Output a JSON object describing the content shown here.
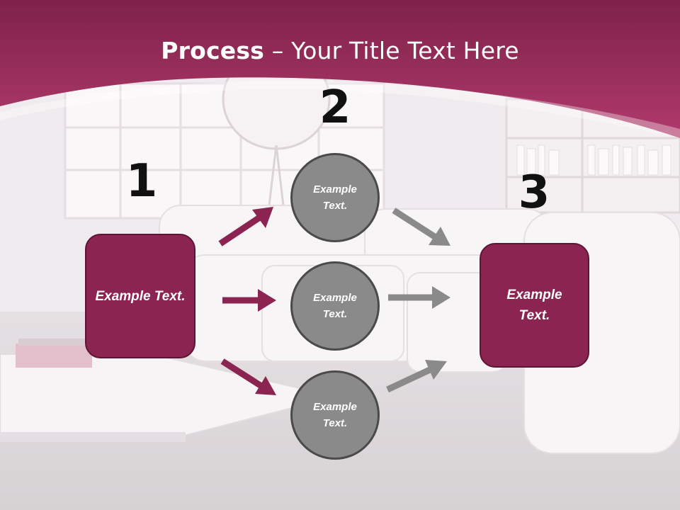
{
  "title": {
    "bold": "Process",
    "rest": " – Your Title Text Here"
  },
  "steps": [
    {
      "number": "1",
      "label": "Example Text."
    },
    {
      "number": "2"
    },
    {
      "number": "3",
      "label": "Example Text."
    }
  ],
  "circles": [
    {
      "label": "Example Text."
    },
    {
      "label": "Example Text."
    },
    {
      "label": "Example Text."
    }
  ],
  "colors": {
    "header": "#9e2d5e",
    "box": "#8c2452",
    "arrow_in": "#8c2452",
    "arrow_out": "#8a8a8a",
    "circle": "#8a8a8a"
  }
}
